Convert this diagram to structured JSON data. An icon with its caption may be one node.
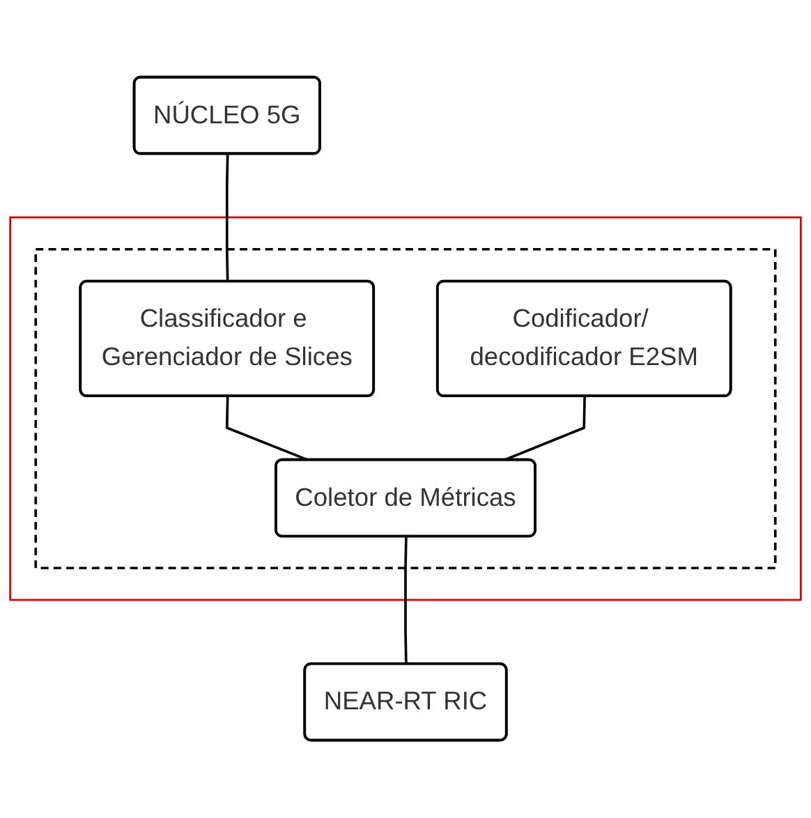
{
  "diagram": {
    "nodes": [
      {
        "text": [
          "NÚCLEO 5G"
        ]
      },
      {
        "text": [],
        "shape": "box"
      },
      {
        "text": [],
        "shape": "box",
        "in": 1
      },
      {
        "text": [
          "Classificador e Gerenciador de Slices"
        ],
        "in": 2
      },
      {
        "text": [
          "Codificador/ decodificador E2SM"
        ],
        "in": 2
      },
      {
        "text": [
          "Coletor de Métricas"
        ],
        "in": 2
      },
      {
        "text": [
          "NEAR-RT RIC"
        ]
      }
    ],
    "edges": [
      {
        "from": 0,
        "to": 3,
        "arrow": "none"
      },
      {
        "from": 3,
        "to": 5,
        "arrow": "none"
      },
      {
        "from": 4,
        "to": 5,
        "arrow": "none"
      },
      {
        "from": 5,
        "to": 6,
        "arrow": "none"
      }
    ]
  }
}
